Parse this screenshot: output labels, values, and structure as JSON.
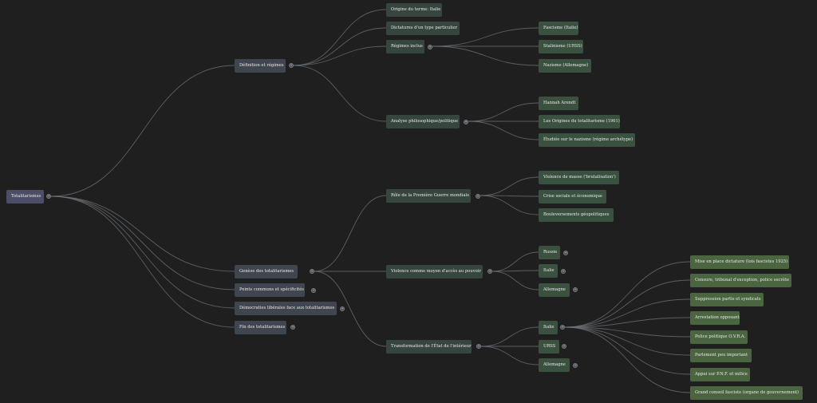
{
  "mindmap": {
    "root": {
      "label": "Totalitarismes"
    },
    "n1": {
      "label": "Définition et régimes"
    },
    "n1_1": {
      "label": "Origine du terme: Italie"
    },
    "n1_2": {
      "label": "Dictatures d'un type particulier"
    },
    "n1_3": {
      "label": "Régimes inclus"
    },
    "n1_3_1": {
      "label": "Fascisme (Italie)"
    },
    "n1_3_2": {
      "label": "Stalinisme (URSS)"
    },
    "n1_3_3": {
      "label": "Nazisme (Allemagne)"
    },
    "n1_4": {
      "label": "Analyse philosophique/politique"
    },
    "n1_4_1": {
      "label": "Hannah Arendt"
    },
    "n1_4_2": {
      "label": "Les Origines du totalitarisme (1961)"
    },
    "n1_4_3": {
      "label": "Étudiée sur le nazisme (régime archétype)"
    },
    "n2": {
      "label": "Genèse des totalitarismes"
    },
    "n2_1": {
      "label": "Rôle de la Première Guerre mondiale"
    },
    "n2_1_1": {
      "label": "Violence de masse ('brutalisation')"
    },
    "n2_1_2": {
      "label": "Crise sociale et économique"
    },
    "n2_1_3": {
      "label": "Bouleversements géopolitiques"
    },
    "n2_2": {
      "label": "Violence comme moyen d'accès au pouvoir"
    },
    "n2_2_1": {
      "label": "Russie"
    },
    "n2_2_2": {
      "label": "Italie"
    },
    "n2_2_3": {
      "label": "Allemagne"
    },
    "n2_3": {
      "label": "Transformation de l'État de l'intérieur"
    },
    "n2_3_1": {
      "label": "Italie"
    },
    "n2_3_1_1": {
      "label": "Mise en place dictature (lois fascistes 1925)"
    },
    "n2_3_1_2": {
      "label": "Censure, tribunal d'exception, police secrète"
    },
    "n2_3_1_3": {
      "label": "Suppression partis et syndicats"
    },
    "n2_3_1_4": {
      "label": "Arrestation opposants"
    },
    "n2_3_1_5": {
      "label": "Police politique O.V.R.A."
    },
    "n2_3_1_6": {
      "label": "Parlement peu important"
    },
    "n2_3_1_7": {
      "label": "Appui sur P.N.F. et milice"
    },
    "n2_3_1_8": {
      "label": "Grand conseil fasciste (organe de gouvernement)"
    },
    "n2_3_2": {
      "label": "URSS"
    },
    "n2_3_3": {
      "label": "Allemagne"
    },
    "n3": {
      "label": "Points communs et spécificités"
    },
    "n4": {
      "label": "Démocraties libérales face aux totalitarismes"
    },
    "n5": {
      "label": "Fin des totalitarismes"
    }
  },
  "toggle_symbol": "+",
  "colors": {
    "background": "#1f1f1f",
    "root": "#4c4d66",
    "level1": "#40464f",
    "level2": "#36453e",
    "level3": "#3a5140",
    "level4": "#4a6540",
    "link": "#6f747a"
  }
}
